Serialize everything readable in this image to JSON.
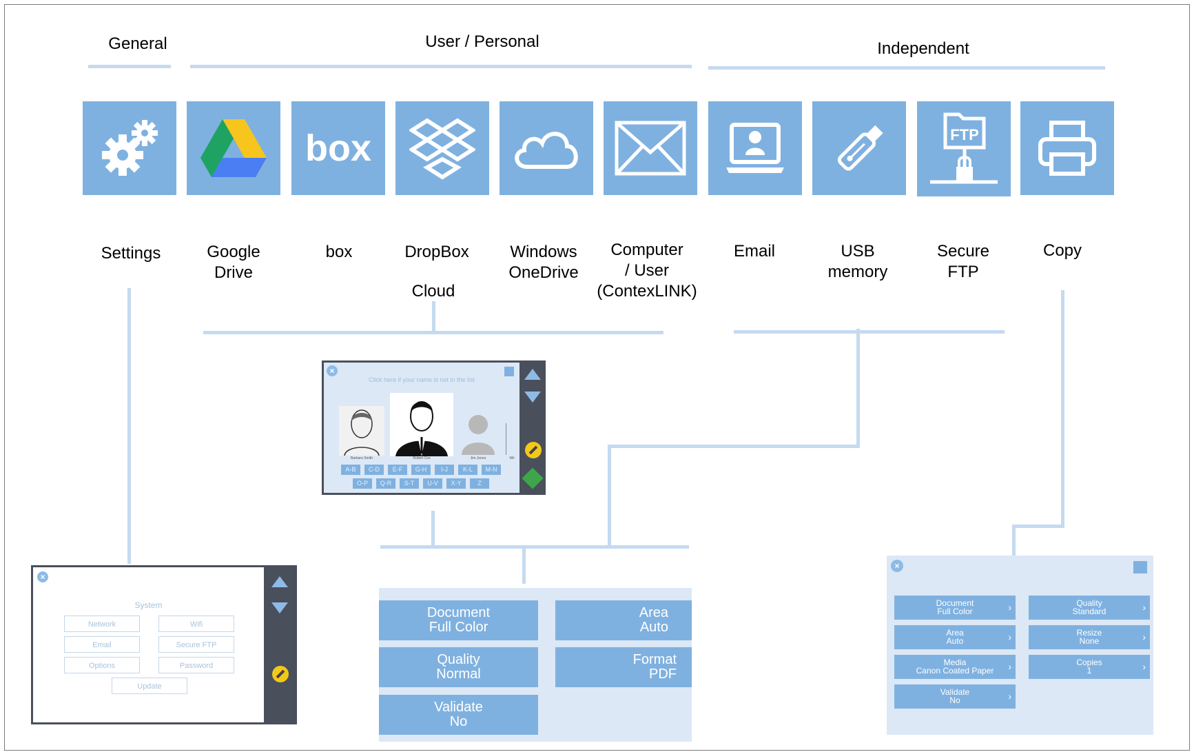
{
  "groups": {
    "general": "General",
    "user_personal": "User / Personal",
    "independent": "Independent"
  },
  "tiles": [
    {
      "key": "settings",
      "label_lines": [
        "Settings"
      ],
      "icon": "gears-icon"
    },
    {
      "key": "google-drive",
      "label_lines": [
        "Google",
        "Drive"
      ],
      "icon": "google-drive-icon"
    },
    {
      "key": "box",
      "label_lines": [
        "box"
      ],
      "icon": "box-logo-icon"
    },
    {
      "key": "dropbox",
      "label_lines": [
        "DropBox"
      ],
      "icon": "dropbox-icon"
    },
    {
      "key": "onedrive",
      "label_lines": [
        "Windows",
        "OneDrive"
      ],
      "icon": "cloud-icon"
    },
    {
      "key": "computer-user",
      "label_lines": [
        "Computer",
        "/ User",
        "(ContexLINK)"
      ],
      "icon": "envelope-icon"
    },
    {
      "key": "email",
      "label_lines": [
        "Email"
      ],
      "icon": "computer-user-icon"
    },
    {
      "key": "usb",
      "label_lines": [
        "USB",
        "memory"
      ],
      "icon": "usb-stick-icon"
    },
    {
      "key": "secure-ftp",
      "label_lines": [
        "Secure",
        "FTP"
      ],
      "icon": "ftp-icon"
    },
    {
      "key": "copy",
      "label_lines": [
        "Copy"
      ],
      "icon": "printer-icon"
    }
  ],
  "cloud_label": "Cloud",
  "user_screen": {
    "hint": "Click here if your name is not in the list",
    "people": [
      "Barbara Smith",
      "Robert Cox",
      "Jim Jones",
      "Wil"
    ],
    "keys_row1": [
      "A-B",
      "C-D",
      "E-F",
      "G-H",
      "I-J",
      "K-L",
      "M-N"
    ],
    "keys_row2": [
      "O-P",
      "Q-R",
      "S-T",
      "U-V",
      "X-Y",
      "Z"
    ]
  },
  "settings_screen": {
    "title": "System",
    "buttons": [
      "Network",
      "Wifi",
      "Email",
      "Secure FTP",
      "Options",
      "Password"
    ],
    "update": "Update"
  },
  "scan_screen": {
    "document": [
      "Document",
      "Full Color"
    ],
    "area": [
      "Area",
      "Auto"
    ],
    "quality": [
      "Quality",
      "Normal"
    ],
    "format": [
      "Format",
      "PDF"
    ],
    "validate": [
      "Validate",
      "No"
    ]
  },
  "copy_screen": {
    "left": [
      [
        "Document",
        "Full Color"
      ],
      [
        "Area",
        "Auto"
      ],
      [
        "Media",
        "Canon Coated Paper"
      ],
      [
        "Validate",
        "No"
      ]
    ],
    "right": [
      [
        "Quality",
        "Standard"
      ],
      [
        "Resize",
        "None"
      ],
      [
        "Copies",
        "1"
      ]
    ]
  },
  "colors": {
    "tile": "#7fb1e0",
    "connector": "#c5daf0",
    "accent_yellow": "#f2c81a",
    "dark_panel": "#4a4f5c"
  }
}
